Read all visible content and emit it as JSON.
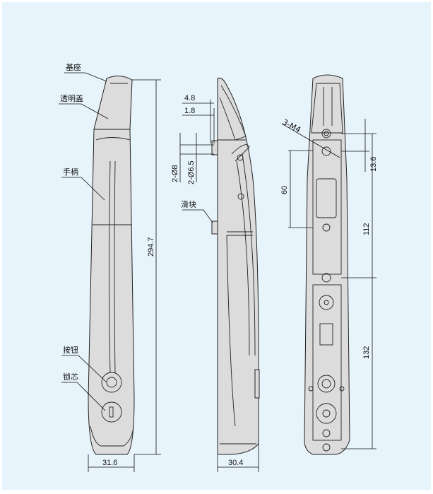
{
  "labels": {
    "base": "基座",
    "transparent_cover": "透明盖",
    "handle": "手柄",
    "button": "按钮",
    "lock_core": "锁芯",
    "slider": "滑块",
    "screws": "3-M4"
  },
  "dimensions": {
    "front_width": "31.6",
    "total_height": "294.7",
    "side_depth": "30.4",
    "d1": "4.8",
    "d2": "1.8",
    "hole_outer": "2-Ø8",
    "hole_inner": "2-Ø6.5",
    "slot_length": "60",
    "top_offset": "13.6",
    "upper_spacing": "112",
    "lower_spacing": "132"
  }
}
